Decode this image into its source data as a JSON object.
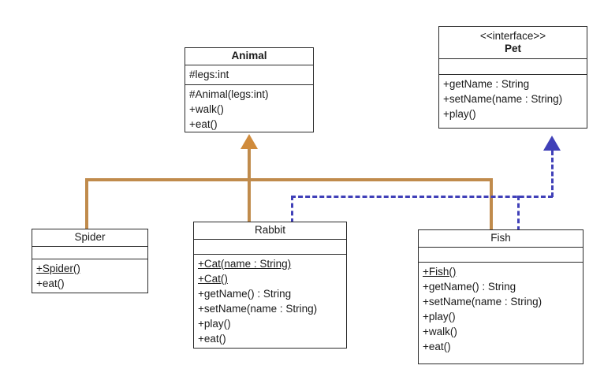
{
  "diagram": {
    "type": "uml-class-diagram",
    "background": "#ffffff",
    "colors": {
      "generalization": "#c08b4c",
      "realization": "#4040b8",
      "box_border": "#2b2b2b",
      "text": "#1a1a1a"
    }
  },
  "classes": {
    "animal": {
      "name": "Animal",
      "stereotype": "",
      "attributes": [
        "#legs:int"
      ],
      "operations": [
        "#Animal(legs:int)",
        "+walk()",
        "+eat()"
      ]
    },
    "pet": {
      "name": "Pet",
      "stereotype": "<<interface>>",
      "attributes": [],
      "operations": [
        "+getName : String",
        "+setName(name : String)",
        "+play()"
      ]
    },
    "spider": {
      "name": "Spider",
      "stereotype": "",
      "attributes": [],
      "operations": [
        "+Spider()",
        "+eat()"
      ],
      "underlined_operations": [
        "+Spider()"
      ]
    },
    "rabbit": {
      "name": "Rabbit",
      "stereotype": "",
      "attributes": [],
      "operations": [
        "+Cat(name : String)",
        "+Cat()",
        "+getName() : String",
        "+setName(name : String)",
        "+play()",
        "+eat()"
      ],
      "underlined_operations": [
        "+Cat(name : String)",
        "+Cat()"
      ]
    },
    "fish": {
      "name": "Fish",
      "stereotype": "",
      "attributes": [],
      "operations": [
        "+Fish()",
        "+getName() : String",
        "+setName(name : String)",
        "+play()",
        "+walk()",
        "+eat()"
      ],
      "underlined_operations": [
        "+Fish()"
      ]
    }
  },
  "relationships": [
    {
      "kind": "generalization",
      "from": "Spider",
      "to": "Animal",
      "style": "solid",
      "arrow": "hollow-triangle-filled-orange"
    },
    {
      "kind": "generalization",
      "from": "Rabbit",
      "to": "Animal",
      "style": "solid",
      "arrow": "hollow-triangle-filled-orange"
    },
    {
      "kind": "generalization",
      "from": "Fish",
      "to": "Animal",
      "style": "solid",
      "arrow": "hollow-triangle-filled-orange"
    },
    {
      "kind": "realization",
      "from": "Rabbit",
      "to": "Pet",
      "style": "dashed",
      "arrow": "triangle-filled-blue"
    },
    {
      "kind": "realization",
      "from": "Fish",
      "to": "Pet",
      "style": "dashed",
      "arrow": "triangle-filled-blue"
    }
  ]
}
